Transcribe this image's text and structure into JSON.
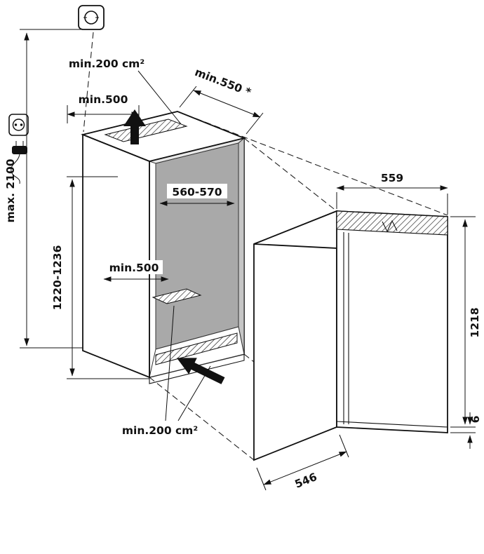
{
  "diagram": {
    "title": "built-in refrigerator niche installation drawing",
    "labels": {
      "top_vent_area": "min.200 cm²",
      "top_clearance": "min.500",
      "installation_depth": "min.550 *",
      "max_height": "max. 2100",
      "niche_width": "560-570",
      "niche_height": "1220-1236",
      "floor_depth": "min.500",
      "bottom_vent_area": "min.200 cm²",
      "appliance_width": "559",
      "appliance_height": "1218",
      "bottom_gap": "6",
      "appliance_depth": "546"
    },
    "icons": {
      "ceiling_mount": "ceiling-mount-icon",
      "power_outlet": "power-outlet-icon",
      "power_plug": "power-plug-icon",
      "airflow_up": "airflow-up-arrow",
      "airflow_in": "airflow-in-arrow"
    },
    "colors": {
      "line": "#111111",
      "back_wall": "#a9a9a9",
      "background": "#ffffff"
    }
  }
}
